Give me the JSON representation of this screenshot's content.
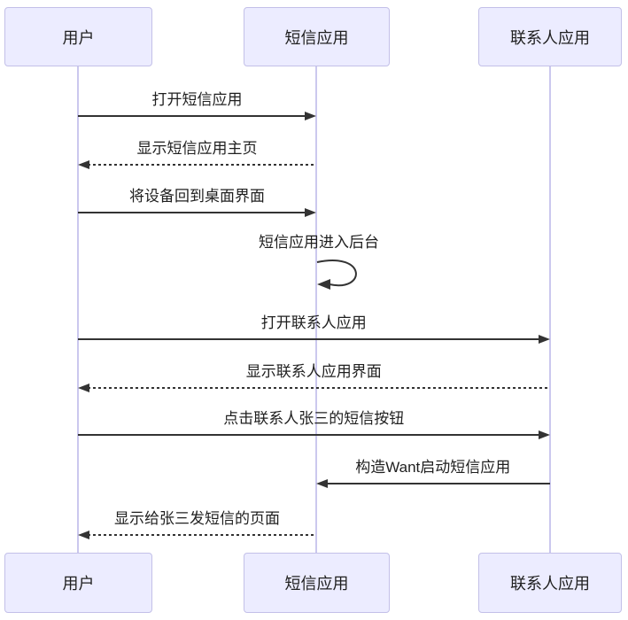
{
  "diagram": {
    "type": "sequence",
    "actors": [
      {
        "id": "user",
        "label": "用户"
      },
      {
        "id": "sms-app",
        "label": "短信应用"
      },
      {
        "id": "contacts-app",
        "label": "联系人应用"
      }
    ],
    "messages": [
      {
        "text": "打开短信应用",
        "from": 0,
        "to": 1,
        "line": "solid"
      },
      {
        "text": "显示短信应用主页",
        "from": 1,
        "to": 0,
        "line": "dashed"
      },
      {
        "text": "将设备回到桌面界面",
        "from": 0,
        "to": 1,
        "line": "solid"
      },
      {
        "text": "短信应用进入后台",
        "from": 1,
        "to": 1,
        "line": "self"
      },
      {
        "text": "打开联系人应用",
        "from": 0,
        "to": 2,
        "line": "solid"
      },
      {
        "text": "显示联系人应用界面",
        "from": 2,
        "to": 0,
        "line": "dashed"
      },
      {
        "text": "点击联系人张三的短信按钮",
        "from": 0,
        "to": 2,
        "line": "solid"
      },
      {
        "text": "构造Want启动短信应用",
        "from": 2,
        "to": 1,
        "line": "solid"
      },
      {
        "text": "显示给张三发短信的页面",
        "from": 1,
        "to": 0,
        "line": "dashed"
      }
    ],
    "colors": {
      "background": "#FFFFFF",
      "actor_fill": "#ECECFF",
      "actor_border": "#C3C0E8",
      "lifeline": "#CBC8EE",
      "message_line": "#333333",
      "text": "#1F1F1F"
    }
  }
}
